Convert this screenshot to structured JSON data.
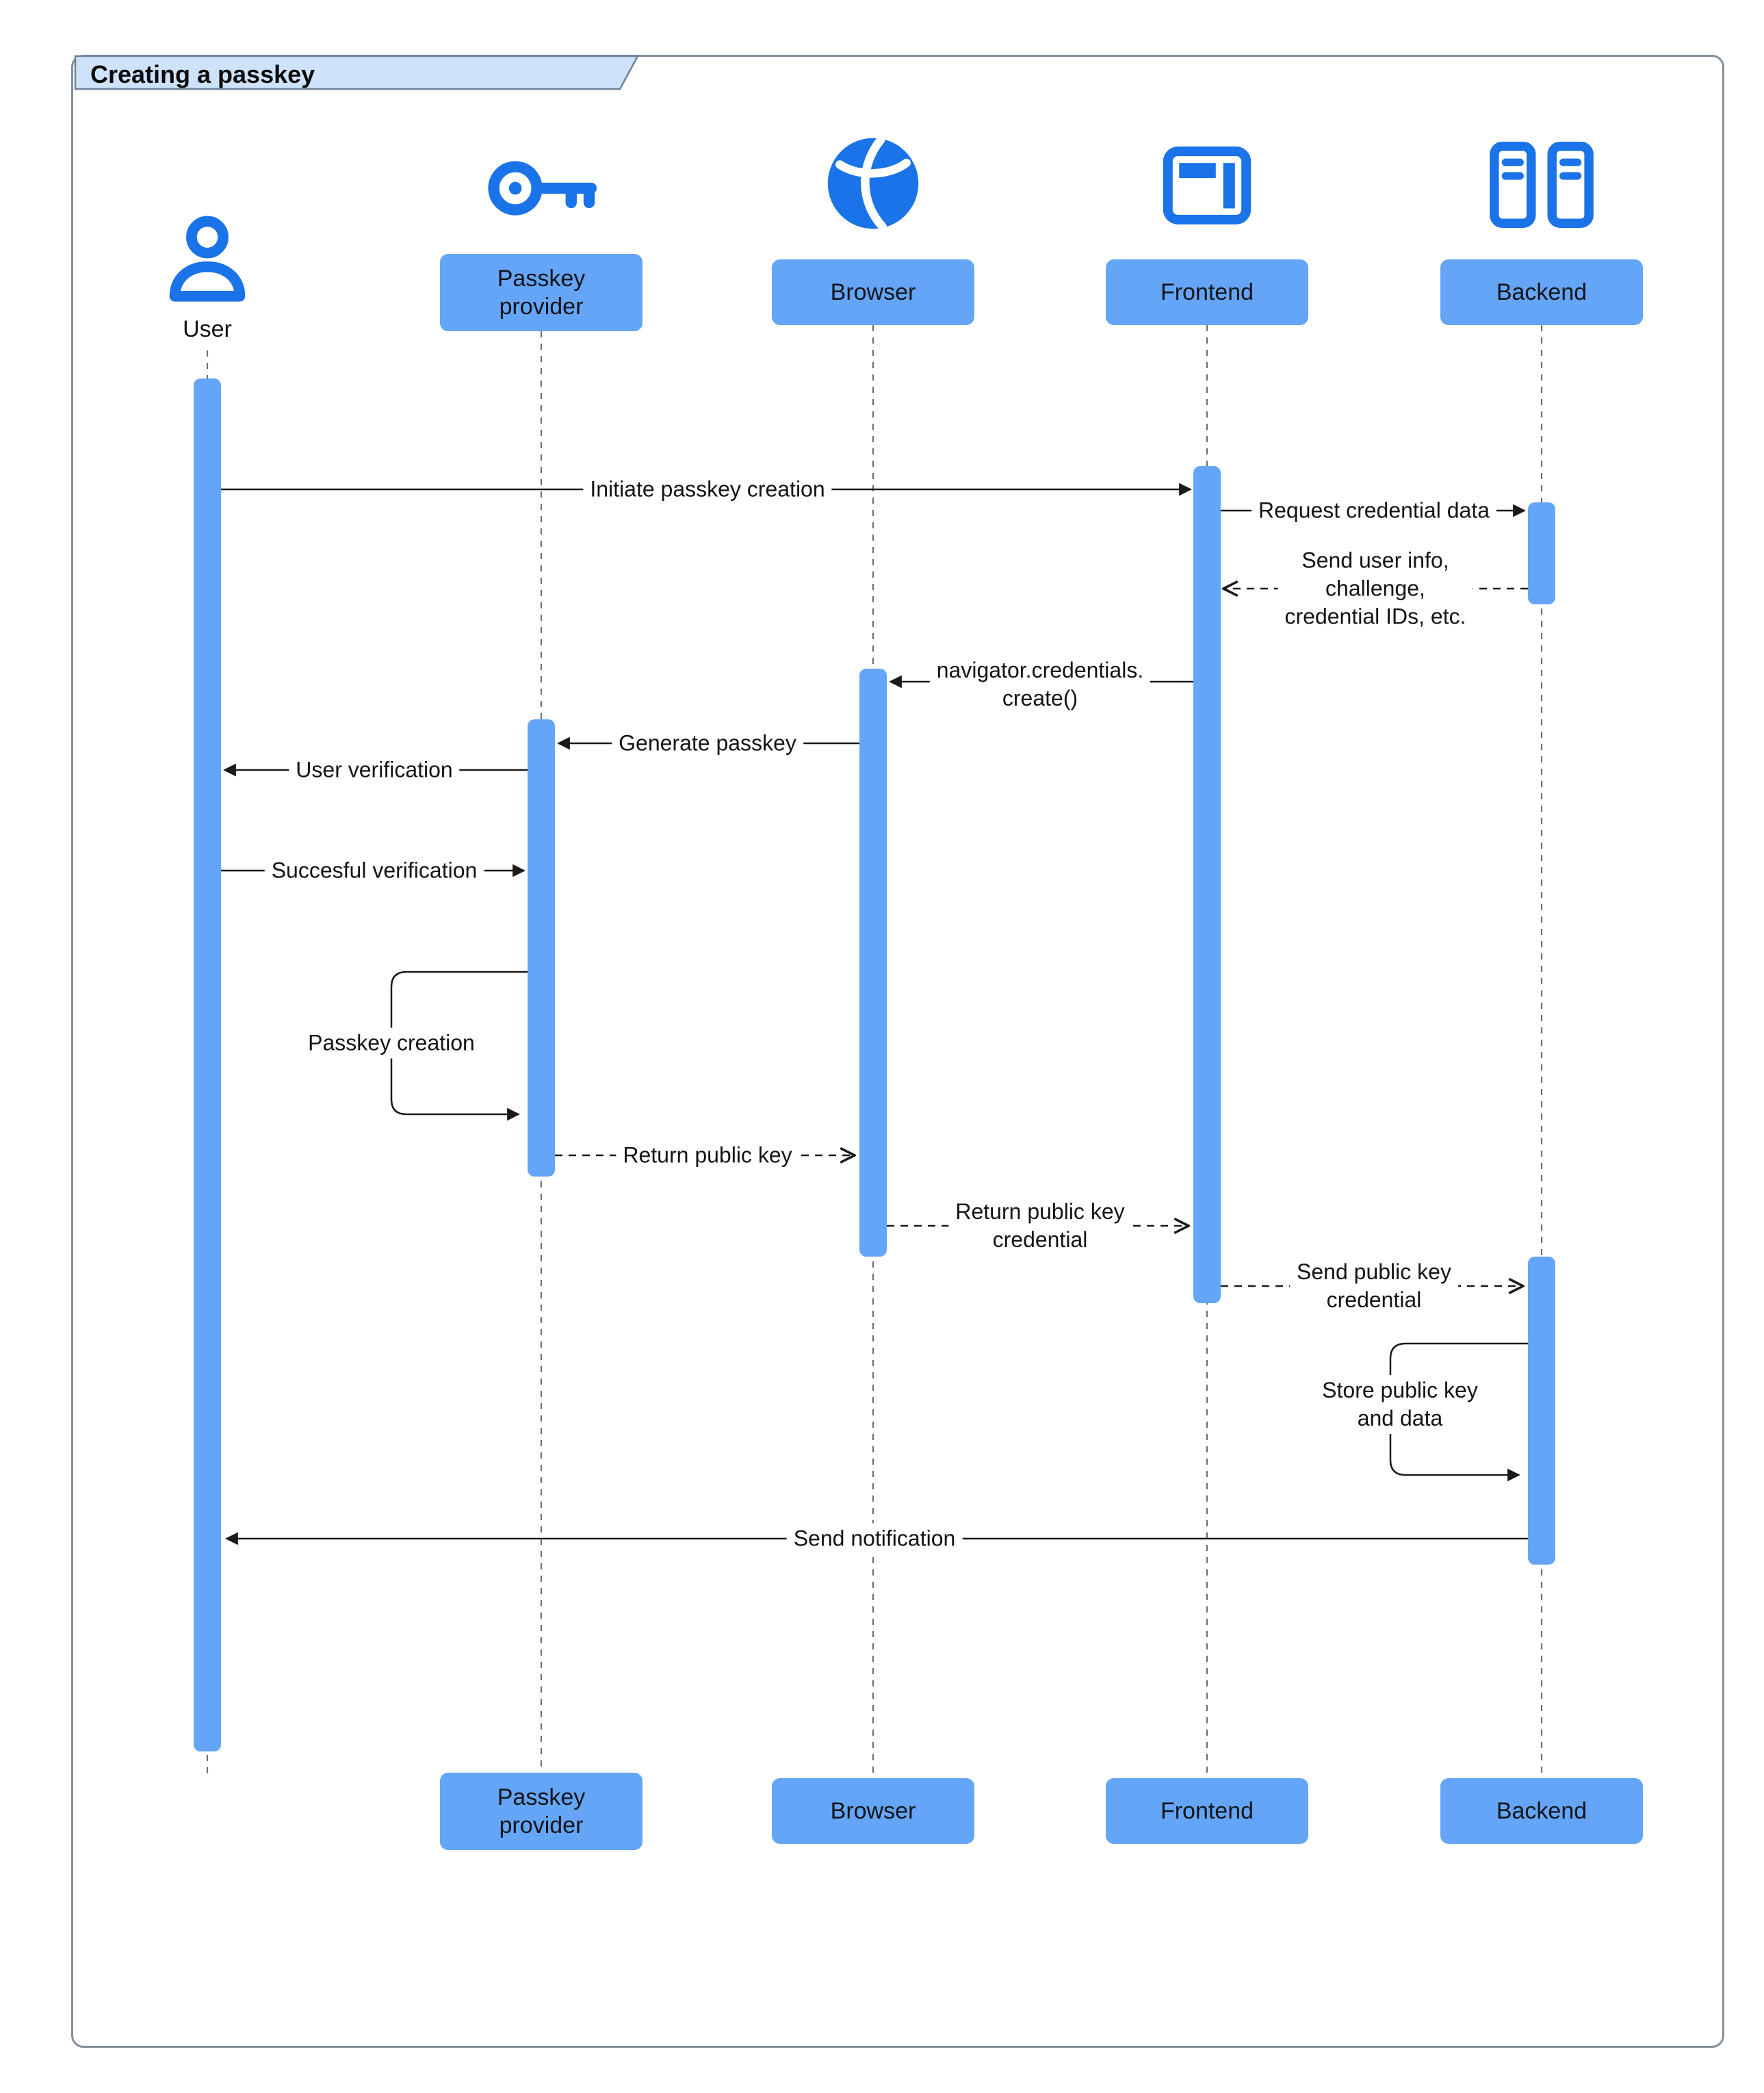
{
  "frame": {
    "title": "Creating a passkey"
  },
  "colors": {
    "accent-blue": "#1a73e8",
    "box-blue": "#65a5f7",
    "title-fill": "#cfe2fb",
    "frame-border": "#828f9c",
    "arrow": "#1a1a1a",
    "lifeline": "#6f6f6f"
  },
  "participants": [
    {
      "label": "User",
      "icon": "user-icon"
    },
    {
      "label": "Passkey\nprovider",
      "icon": "key-icon"
    },
    {
      "label": "Browser",
      "icon": "globe-icon"
    },
    {
      "label": "Frontend",
      "icon": "window-icon"
    },
    {
      "label": "Backend",
      "icon": "server-icon"
    }
  ],
  "messages": [
    {
      "from": "User",
      "to": "Frontend",
      "style": "solid",
      "label": "Initiate passkey creation"
    },
    {
      "from": "Frontend",
      "to": "Backend",
      "style": "solid",
      "label": "Request credential data"
    },
    {
      "from": "Backend",
      "to": "Frontend",
      "style": "dashed",
      "label": "Send user info,\nchallenge,\ncredential IDs, etc."
    },
    {
      "from": "Frontend",
      "to": "Browser",
      "style": "solid",
      "label": "navigator.credentials.\ncreate()"
    },
    {
      "from": "Browser",
      "to": "Passkey provider",
      "style": "solid",
      "label": "Generate passkey"
    },
    {
      "from": "Passkey provider",
      "to": "User",
      "style": "solid",
      "label": "User verification"
    },
    {
      "from": "User",
      "to": "Passkey provider",
      "style": "solid",
      "label": "Succesful verification"
    },
    {
      "from": "Passkey provider",
      "to": "Passkey provider",
      "style": "self",
      "label": "Passkey creation"
    },
    {
      "from": "Passkey provider",
      "to": "Browser",
      "style": "dashed",
      "label": "Return public key"
    },
    {
      "from": "Browser",
      "to": "Frontend",
      "style": "dashed",
      "label": "Return public key\ncredential"
    },
    {
      "from": "Frontend",
      "to": "Backend",
      "style": "dashed",
      "label": "Send public key\ncredential"
    },
    {
      "from": "Backend",
      "to": "Backend",
      "style": "self",
      "label": "Store public key\nand data"
    },
    {
      "from": "Backend",
      "to": "User",
      "style": "solid",
      "label": "Send notification"
    }
  ]
}
